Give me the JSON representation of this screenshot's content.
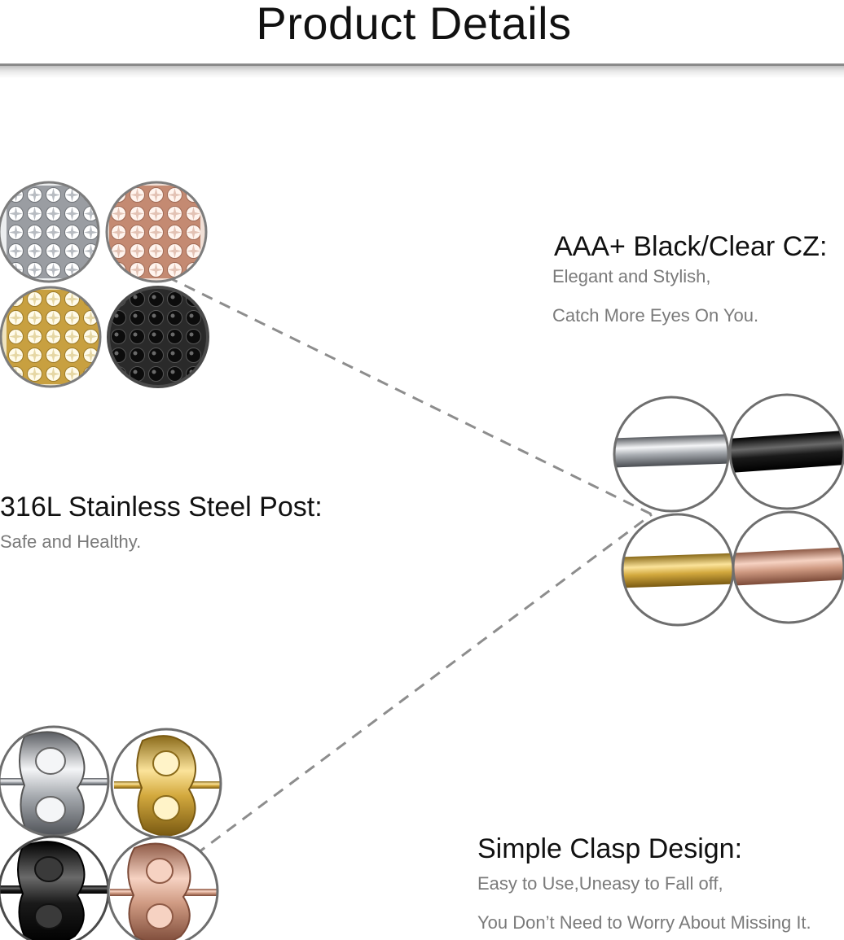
{
  "header": {
    "title": "Product Details"
  },
  "features": [
    {
      "title": "AAA+ Black/Clear CZ:",
      "lines": [
        "Elegant and Stylish,",
        "Catch More Eyes On You."
      ]
    },
    {
      "title": "316L Stainless Steel Post:",
      "lines": [
        "Safe and Healthy."
      ]
    },
    {
      "title": "Simple Clasp Design:",
      "lines": [
        "Easy to Use,Uneasy to Fall off,",
        "You Don’t Need to Worry About Missing It."
      ]
    }
  ],
  "icons": {
    "cz": "cz-stone-grid-icon",
    "post": "steel-post-icon",
    "clasp": "butterfly-clasp-icon"
  },
  "finishes": [
    "silver",
    "rose-gold",
    "gold",
    "black"
  ],
  "colors": {
    "silver": "#c9ccd0",
    "rose_gold": "#d8a48c",
    "gold": "#d9b24a",
    "black": "#1a1a1a",
    "outline": "#7d7d7d",
    "dash": "#8d8d8d",
    "subtext": "#7a7a7a"
  }
}
